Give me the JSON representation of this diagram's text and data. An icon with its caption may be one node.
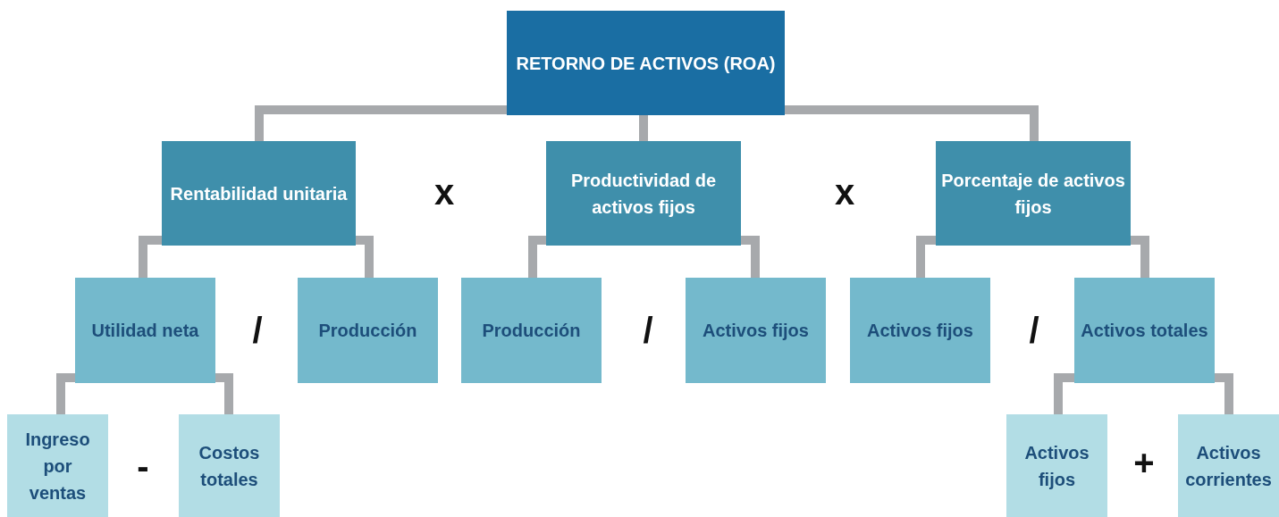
{
  "diagram": {
    "nodes": [
      {
        "text": [
          "RETORNO DE ACTIVOS (ROA)"
        ]
      },
      {
        "text": [
          "Rentabilidad unitaria"
        ]
      },
      {
        "text": [
          "Productividad de activos fijos"
        ]
      },
      {
        "text": [
          "Porcentaje de activos fijos"
        ]
      },
      {
        "text": [
          "Utilidad neta"
        ]
      },
      {
        "text": [
          "Producción"
        ]
      },
      {
        "text": [
          "Producción"
        ]
      },
      {
        "text": [
          "Activos fijos"
        ]
      },
      {
        "text": [
          "Activos fijos"
        ]
      },
      {
        "text": [
          "Activos totales"
        ]
      },
      {
        "text": [
          "Ingreso por ventas"
        ]
      },
      {
        "text": [
          "Costos totales"
        ]
      },
      {
        "text": [
          "Activos fijos"
        ]
      },
      {
        "text": [
          "Activos corrientes"
        ]
      }
    ],
    "edges": [
      {
        "from": 0,
        "to": 1,
        "arrow": "none"
      },
      {
        "from": 0,
        "to": 2,
        "arrow": "none"
      },
      {
        "from": 0,
        "to": 3,
        "arrow": "none"
      },
      {
        "from": 1,
        "to": 4,
        "arrow": "none"
      },
      {
        "from": 1,
        "to": 5,
        "arrow": "none"
      },
      {
        "from": 2,
        "to": 6,
        "arrow": "none"
      },
      {
        "from": 2,
        "to": 7,
        "arrow": "none"
      },
      {
        "from": 3,
        "to": 8,
        "arrow": "none"
      },
      {
        "from": 3,
        "to": 9,
        "arrow": "none"
      },
      {
        "from": 4,
        "to": 10,
        "arrow": "none"
      },
      {
        "from": 4,
        "to": 11,
        "arrow": "none"
      },
      {
        "from": 9,
        "to": 12,
        "arrow": "none"
      },
      {
        "from": 9,
        "to": 13,
        "arrow": "none"
      }
    ],
    "labels": [
      "x",
      "x",
      "/",
      "/",
      "/",
      "-",
      "+"
    ]
  }
}
